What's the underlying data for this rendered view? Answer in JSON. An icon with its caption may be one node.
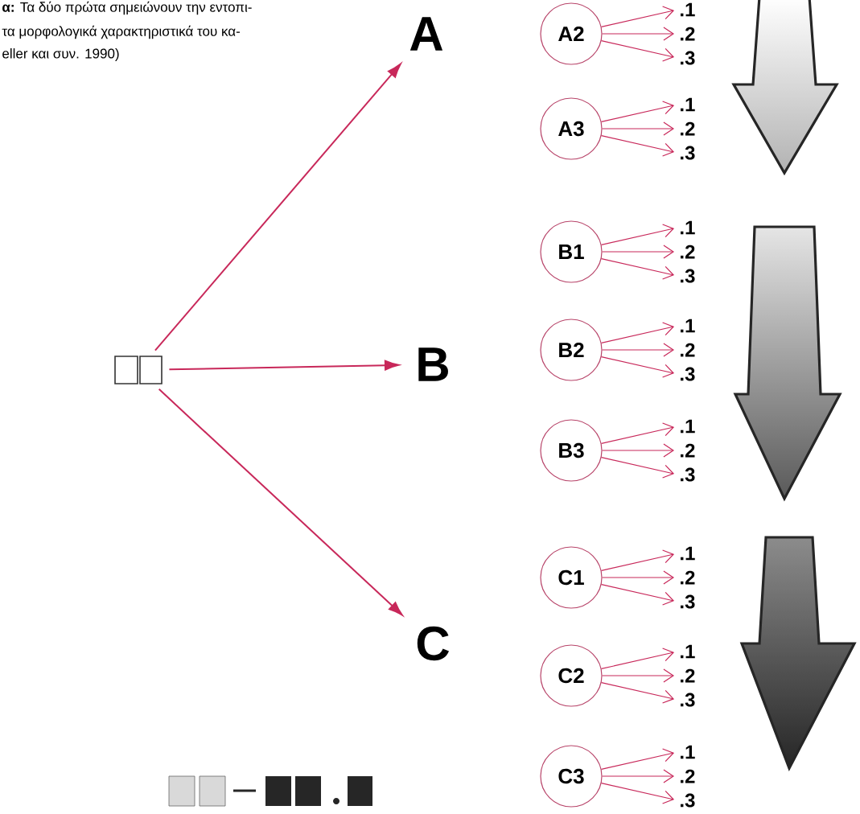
{
  "diagram": {
    "nodes": [
      {
        "text": [],
        "shape": "box"
      },
      {
        "text": [
          "A"
        ]
      },
      {
        "text": [
          "B"
        ]
      },
      {
        "text": [
          "C"
        ]
      },
      {
        "text": [
          "A2"
        ]
      },
      {
        "text": [
          ".1"
        ]
      },
      {
        "text": [
          ".2"
        ]
      },
      {
        "text": [
          ".3"
        ]
      },
      {
        "text": [
          "A3"
        ]
      },
      {
        "text": [
          ".1"
        ]
      },
      {
        "text": [
          ".2"
        ]
      },
      {
        "text": [
          ".3"
        ]
      },
      {
        "text": [
          "B1"
        ]
      },
      {
        "text": [
          ".1"
        ]
      },
      {
        "text": [
          ".2"
        ]
      },
      {
        "text": [
          ".3"
        ]
      },
      {
        "text": [
          "B2"
        ]
      },
      {
        "text": [
          ".1"
        ]
      },
      {
        "text": [
          ".2"
        ]
      },
      {
        "text": [
          ".3"
        ]
      },
      {
        "text": [
          "B3"
        ]
      },
      {
        "text": [
          ".1"
        ]
      },
      {
        "text": [
          ".2"
        ]
      },
      {
        "text": [
          ".3"
        ]
      },
      {
        "text": [
          "C1"
        ]
      },
      {
        "text": [
          ".1"
        ]
      },
      {
        "text": [
          ".2"
        ]
      },
      {
        "text": [
          ".3"
        ]
      },
      {
        "text": [
          "C2"
        ]
      },
      {
        "text": [
          ".1"
        ]
      },
      {
        "text": [
          ".2"
        ]
      },
      {
        "text": [
          ".3"
        ]
      },
      {
        "text": [
          "C3"
        ]
      },
      {
        "text": [
          ".1"
        ]
      },
      {
        "text": [
          ".2"
        ]
      },
      {
        "text": [
          ".3"
        ]
      }
    ],
    "edges": [
      {
        "from": 0,
        "to": 1,
        "arrow": "to"
      },
      {
        "from": 0,
        "to": 2,
        "arrow": "to"
      },
      {
        "from": 0,
        "to": 3,
        "arrow": "to"
      },
      {
        "from": 4,
        "to": 5,
        "arrow": "to"
      },
      {
        "from": 4,
        "to": 6,
        "arrow": "to"
      },
      {
        "from": 4,
        "to": 7,
        "arrow": "to"
      },
      {
        "from": 8,
        "to": 9,
        "arrow": "to"
      },
      {
        "from": 8,
        "to": 10,
        "arrow": "to"
      },
      {
        "from": 8,
        "to": 11,
        "arrow": "to"
      },
      {
        "from": 12,
        "to": 13,
        "arrow": "to"
      },
      {
        "from": 12,
        "to": 14,
        "arrow": "to"
      },
      {
        "from": 12,
        "to": 15,
        "arrow": "to"
      },
      {
        "from": 16,
        "to": 17,
        "arrow": "to"
      },
      {
        "from": 16,
        "to": 18,
        "arrow": "to"
      },
      {
        "from": 16,
        "to": 19,
        "arrow": "to"
      },
      {
        "from": 20,
        "to": 21,
        "arrow": "to"
      },
      {
        "from": 20,
        "to": 22,
        "arrow": "to"
      },
      {
        "from": 20,
        "to": 23,
        "arrow": "to"
      },
      {
        "from": 24,
        "to": 25,
        "arrow": "to"
      },
      {
        "from": 24,
        "to": 26,
        "arrow": "to"
      },
      {
        "from": 24,
        "to": 27,
        "arrow": "to"
      },
      {
        "from": 28,
        "to": 29,
        "arrow": "to"
      },
      {
        "from": 28,
        "to": 30,
        "arrow": "to"
      },
      {
        "from": 28,
        "to": 31,
        "arrow": "to"
      },
      {
        "from": 32,
        "to": 33,
        "arrow": "to"
      },
      {
        "from": 32,
        "to": 34,
        "arrow": "to"
      },
      {
        "from": 32,
        "to": 35,
        "arrow": "to"
      }
    ],
    "labels": [
      "**α:** Τα δύο πρώτα σημειώνουν την εντοπι-",
      "τα μορφολογικά χαρακτηριστικά του κα-",
      "eller και συν. 1990)"
    ]
  }
}
